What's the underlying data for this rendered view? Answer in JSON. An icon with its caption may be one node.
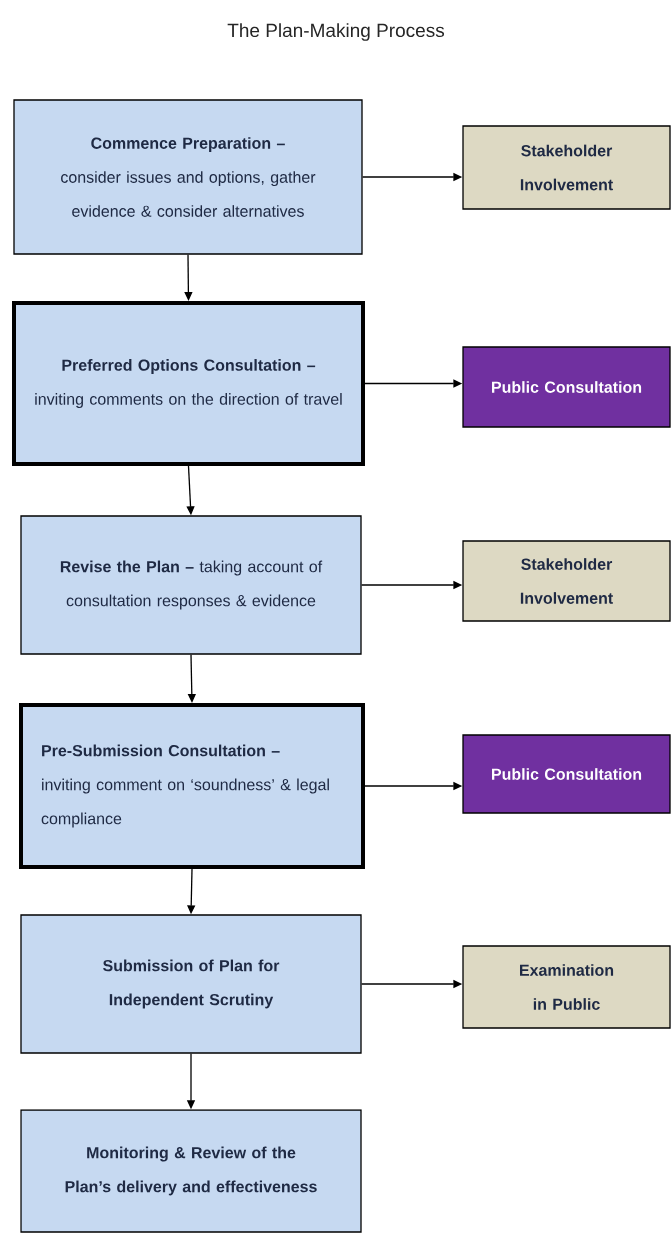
{
  "diagram": {
    "title": "The Plan-Making Process",
    "nodes": [
      {
        "text": [
          "**Commence Preparation –** consider issues and options, gather evidence & consider alternatives"
        ]
      },
      {
        "text": [
          "Stakeholder Involvement"
        ]
      },
      {
        "text": [
          "**Preferred Options Consultation –** inviting comments on the direction of travel"
        ]
      },
      {
        "text": [
          "Public Consultation"
        ]
      },
      {
        "text": [
          "**Revise the Plan –** taking account of consultation responses & evidence"
        ]
      },
      {
        "text": [
          "Stakeholder Involvement"
        ]
      },
      {
        "text": [
          "**Pre-Submission Consultation –** inviting comment on ‘soundness’ & legal compliance"
        ]
      },
      {
        "text": [
          "Public Consultation"
        ]
      },
      {
        "text": [
          "Submission of Plan for Independent Scrutiny"
        ]
      },
      {
        "text": [
          "Examination in Public"
        ]
      },
      {
        "text": [
          "Monitoring & Review of the Plan’s delivery and effectiveness"
        ]
      }
    ],
    "edges": [
      {
        "from": 0,
        "to": 1,
        "arrow": "to"
      },
      {
        "from": 0,
        "to": 2,
        "arrow": "to"
      },
      {
        "from": 2,
        "to": 3,
        "arrow": "to"
      },
      {
        "from": 2,
        "to": 4,
        "arrow": "to"
      },
      {
        "from": 4,
        "to": 5,
        "arrow": "to"
      },
      {
        "from": 4,
        "to": 6,
        "arrow": "to"
      },
      {
        "from": 6,
        "to": 7,
        "arrow": "to"
      },
      {
        "from": 6,
        "to": 8,
        "arrow": "to"
      },
      {
        "from": 8,
        "to": 9,
        "arrow": "to"
      },
      {
        "from": 8,
        "to": 10,
        "arrow": "to"
      }
    ]
  }
}
